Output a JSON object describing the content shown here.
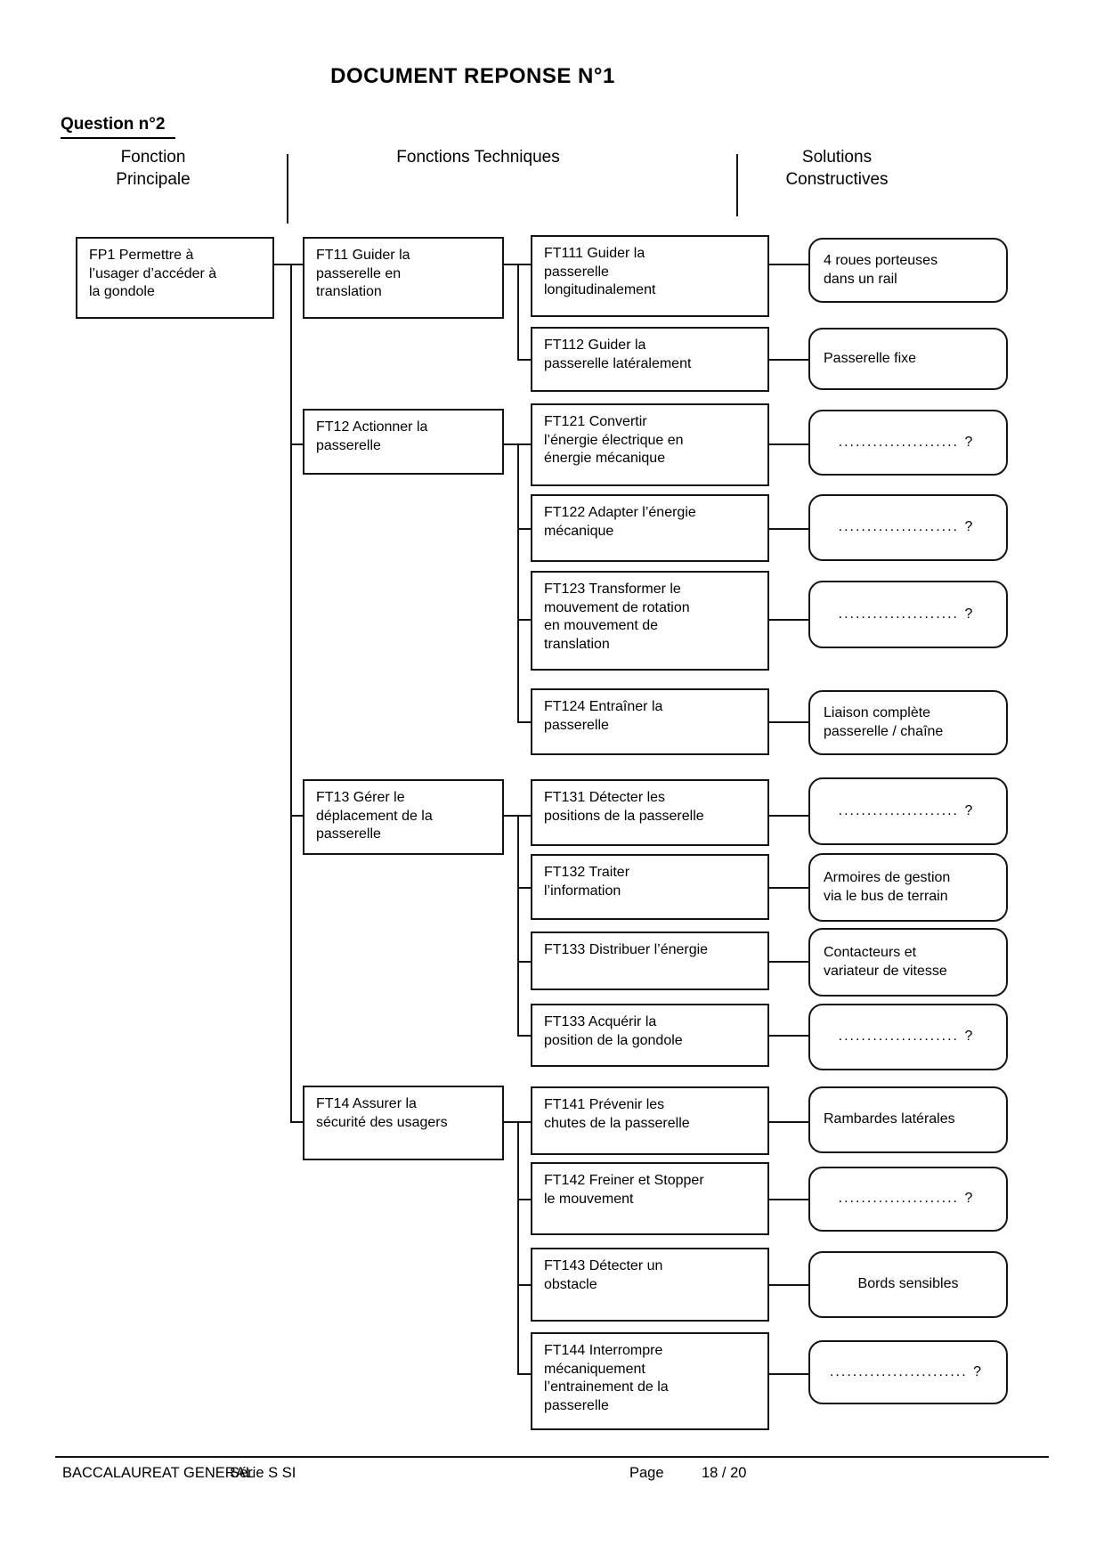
{
  "page": {
    "title": "DOCUMENT REPONSE N°1",
    "question": "Question n°2",
    "columns": [
      "Fonction\nPrincipale",
      "Fonctions Techniques",
      "Solutions\nConstructives"
    ]
  },
  "diagram": {
    "fp": {
      "key": "FP1",
      "label": "FP1 Permettre à\nl’usager d’accéder à\nla gondole"
    },
    "groups": [
      {
        "key": "FT11",
        "label": "FT11 Guider la\npasserelle en\ntranslation",
        "children": [
          {
            "key": "FT111",
            "label": "FT111 Guider  la\npasserelle\nlongitudinalement",
            "solution": "4 roues porteuses\ndans un rail"
          },
          {
            "key": "FT112",
            "label": "FT112 Guider  la\npasserelle latéralement",
            "solution": "Passerelle fixe"
          }
        ]
      },
      {
        "key": "FT12",
        "label": "FT12 Actionner la\npasserelle",
        "children": [
          {
            "key": "FT121",
            "label": "FT121 Convertir\nl’énergie électrique en\nénergie mécanique",
            "solution": "..................... ?"
          },
          {
            "key": "FT122",
            "label": "FT122 Adapter l’énergie\nmécanique",
            "solution": "..................... ?"
          },
          {
            "key": "FT123",
            "label": "FT123 Transformer le\nmouvement de rotation\nen mouvement de\ntranslation",
            "solution": "..................... ?"
          },
          {
            "key": "FT124",
            "label": "FT124 Entraîner la\npasserelle",
            "solution": "Liaison complète\npasserelle / chaîne"
          }
        ]
      },
      {
        "key": "FT13",
        "label": "FT13 Gérer le\ndéplacement de la\npasserelle",
        "children": [
          {
            "key": "FT131",
            "label": "FT131 Détecter les\npositions de la passerelle",
            "solution": "..................... ?"
          },
          {
            "key": "FT132",
            "label": "FT132 Traiter\nl’information",
            "solution": "Armoires de gestion\nvia le bus de terrain"
          },
          {
            "key": "FT133a",
            "label": "FT133 Distribuer l’énergie",
            "solution": "Contacteurs et\nvariateur de vitesse"
          },
          {
            "key": "FT133b",
            "label": "FT133 Acquérir la\nposition de la gondole",
            "solution": "..................... ?"
          }
        ]
      },
      {
        "key": "FT14",
        "label": "FT14 Assurer la\nsécurité des usagers",
        "children": [
          {
            "key": "FT141",
            "label": "FT141 Prévenir les\nchutes de la passerelle",
            "solution": "Rambardes latérales"
          },
          {
            "key": "FT142",
            "label": "FT142 Freiner et Stopper\nle mouvement",
            "solution": "..................... ?"
          },
          {
            "key": "FT143",
            "label": "FT143 Détecter un\nobstacle",
            "solution": "Bords sensibles",
            "solution_centered": true
          },
          {
            "key": "FT144",
            "label": "FT144 Interrompre\nmécaniquement\nl’entrainement de la\npasserelle",
            "solution": "........................ ?"
          }
        ]
      }
    ]
  },
  "footer": {
    "exam": "BACCALAUREAT GENERAL",
    "serie": "Série S SI",
    "page_label": "Page",
    "page_number": "18 / 20"
  }
}
